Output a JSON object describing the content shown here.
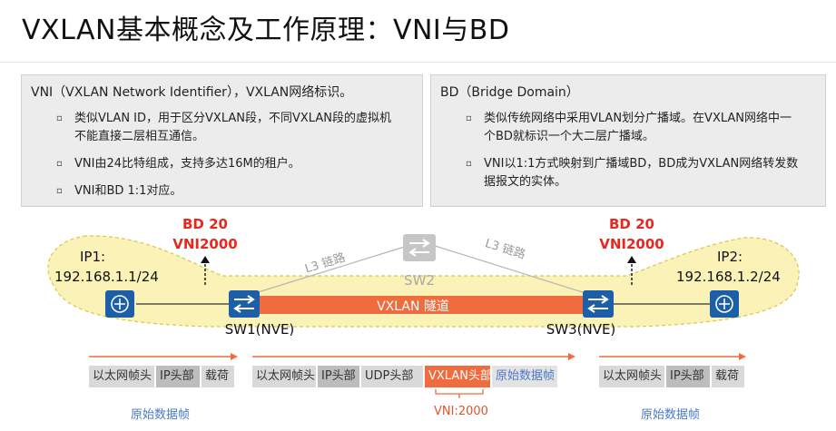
{
  "title": "VXLAN基本概念及工作原理：VNI与BD",
  "left_panel": {
    "heading": "VNI（VXLAN Network Identifier），VXLAN网络标识。",
    "bullets": [
      [
        "类似VLAN ID，用于区分VXLAN段，不同VXLAN段的虚拟机",
        "不能直接二层相互通信。"
      ],
      [
        "VNI由24比特组成，支持多达16M的租户。"
      ],
      [
        "VNI和BD 1:1对应。"
      ]
    ]
  },
  "right_panel": {
    "heading": "BD（Bridge Domain）",
    "bullets": [
      [
        "类似传统网络中采用VLAN划分广播域。在VXLAN网络中一",
        "个BD就标识一个大二层广播域。"
      ],
      [
        "VNI以1:1方式映射到广播域BD，BD成为VXLAN网络转发数",
        "据报文的实体。"
      ]
    ]
  },
  "diagram": {
    "ip1_label": "IP1:",
    "ip1_addr": "192.168.1.1/24",
    "ip2_label": "IP2:",
    "ip2_addr": "192.168.1.2/24",
    "left_bd": "BD 20",
    "left_vni": "VNI2000",
    "right_bd": "BD 20",
    "right_vni": "VNI2000",
    "sw1": "SW1(NVE)",
    "sw2": "SW2",
    "sw3": "SW3(NVE)",
    "l3_left": "L3 链路",
    "l3_right": "L3 链路",
    "tunnel": "VXLAN 隧道",
    "colors": {
      "tunnel": "#f06b3d",
      "switch": "#1c5fa8",
      "bd": "#e8281e",
      "cloud": "#fbf2b8"
    }
  },
  "packets": {
    "left": {
      "cells": [
        "以太网帧头",
        "IP头部",
        "载荷"
      ],
      "caption": "原始数据帧"
    },
    "middle": {
      "cells": [
        "以太网帧头",
        "IP头部",
        "UDP头部",
        "VXLAN头部",
        "原始数据帧"
      ],
      "caption": "VNI:2000"
    },
    "right": {
      "cells": [
        "以太网帧头",
        "IP头部",
        "载荷"
      ],
      "caption": "原始数据帧"
    }
  }
}
